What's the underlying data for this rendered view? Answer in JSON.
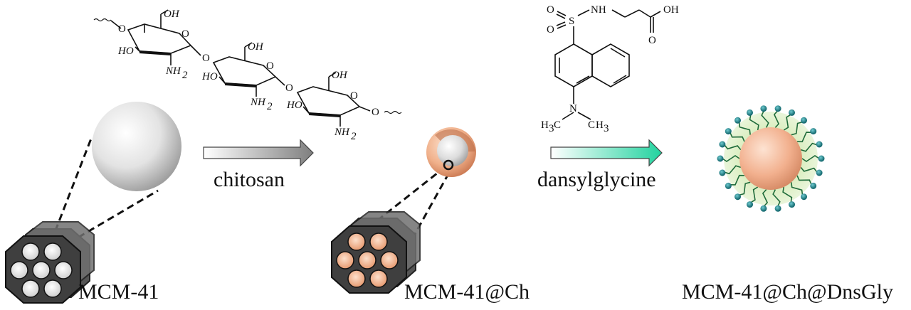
{
  "labels": {
    "mcm41": "MCM-41",
    "mcm41_ch": "MCM-41@Ch",
    "mcm41_ch_dnsgly": "MCM-41@Ch@DnsGly",
    "step1": "chitosan",
    "step2": "dansylglycine"
  },
  "chitosan_structure": {
    "oh": "OH",
    "ho": "HO",
    "o": "O",
    "nh": "NH",
    "sub2": "2"
  },
  "dansylglycine_structure": {
    "o": "O",
    "s": "S",
    "nh": "NH",
    "oh": "OH",
    "n": "N",
    "h": "H",
    "c": "C",
    "sub3": "3"
  },
  "colors": {
    "silica": "#d9d9d9",
    "chitosan_shell": "#e8a07a",
    "dansyl_corona": "#cfe7b0",
    "ligand_tip": "#1d7f86",
    "arrow1": "#8a8a8a",
    "arrow2": "#3fd6b0"
  }
}
